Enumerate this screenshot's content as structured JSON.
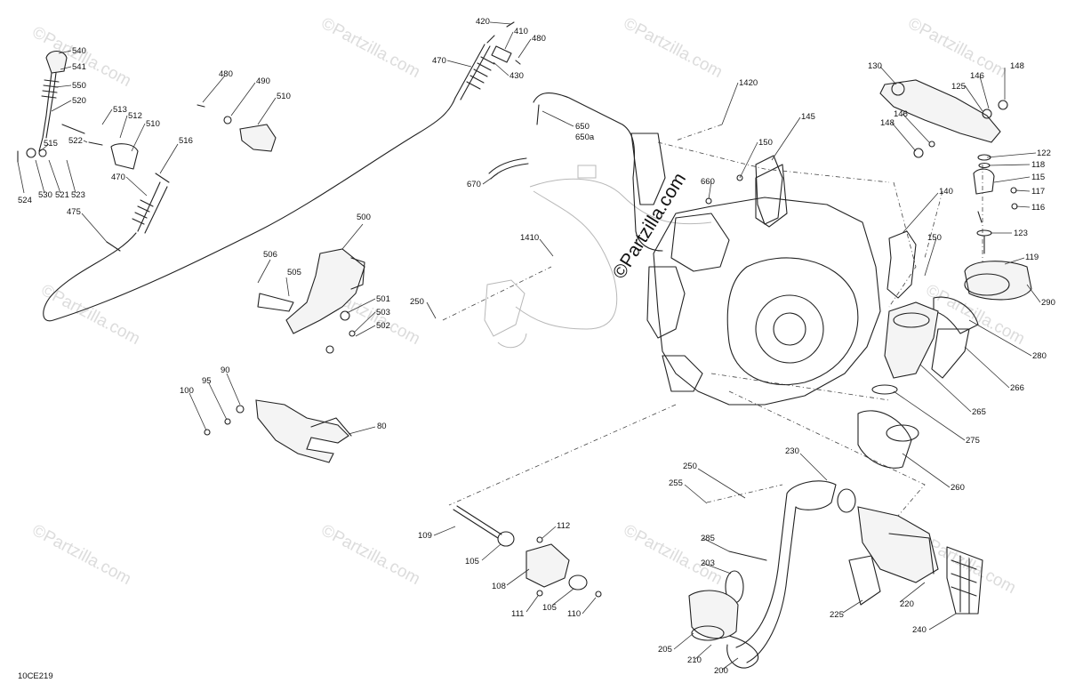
{
  "diagram": {
    "drawing_code": "10CE219",
    "watermark_text": "©Partzilla.com",
    "watermark_center_text": "©Partzilla.com"
  },
  "callouts": [
    {
      "id": "c540",
      "text": "540"
    },
    {
      "id": "c541",
      "text": "541"
    },
    {
      "id": "c550",
      "text": "550"
    },
    {
      "id": "c520",
      "text": "520"
    },
    {
      "id": "c513",
      "text": "513"
    },
    {
      "id": "c512",
      "text": "512"
    },
    {
      "id": "c510a",
      "text": "510"
    },
    {
      "id": "c522",
      "text": "522"
    },
    {
      "id": "c515",
      "text": "515"
    },
    {
      "id": "c516",
      "text": "516"
    },
    {
      "id": "c524",
      "text": "524"
    },
    {
      "id": "c530",
      "text": "530"
    },
    {
      "id": "c521",
      "text": "521"
    },
    {
      "id": "c523",
      "text": "523"
    },
    {
      "id": "c470a",
      "text": "470"
    },
    {
      "id": "c475",
      "text": "475"
    },
    {
      "id": "c480a",
      "text": "480"
    },
    {
      "id": "c490",
      "text": "490"
    },
    {
      "id": "c510b",
      "text": "510"
    },
    {
      "id": "c420",
      "text": "420"
    },
    {
      "id": "c410",
      "text": "410"
    },
    {
      "id": "c480b",
      "text": "480"
    },
    {
      "id": "c470b",
      "text": "470"
    },
    {
      "id": "c430",
      "text": "430"
    },
    {
      "id": "c1420",
      "text": "1420"
    },
    {
      "id": "c650",
      "text": "650"
    },
    {
      "id": "c650a",
      "text": "650a"
    },
    {
      "id": "c670",
      "text": "670"
    },
    {
      "id": "c145",
      "text": "145"
    },
    {
      "id": "c150a",
      "text": "150"
    },
    {
      "id": "c660",
      "text": "660"
    },
    {
      "id": "c130",
      "text": "130"
    },
    {
      "id": "c148a",
      "text": "148"
    },
    {
      "id": "c146a",
      "text": "146"
    },
    {
      "id": "c125",
      "text": "125"
    },
    {
      "id": "c146b",
      "text": "146"
    },
    {
      "id": "c148b",
      "text": "148"
    },
    {
      "id": "c122",
      "text": "122"
    },
    {
      "id": "c118",
      "text": "118"
    },
    {
      "id": "c115",
      "text": "115"
    },
    {
      "id": "c117",
      "text": "117"
    },
    {
      "id": "c116",
      "text": "116"
    },
    {
      "id": "c140",
      "text": "140"
    },
    {
      "id": "c123",
      "text": "123"
    },
    {
      "id": "c150b",
      "text": "150"
    },
    {
      "id": "c119",
      "text": "119"
    },
    {
      "id": "c290",
      "text": "290"
    },
    {
      "id": "c280",
      "text": "280"
    },
    {
      "id": "c266",
      "text": "266"
    },
    {
      "id": "c265",
      "text": "265"
    },
    {
      "id": "c275",
      "text": "275"
    },
    {
      "id": "c260",
      "text": "260"
    },
    {
      "id": "c500",
      "text": "500"
    },
    {
      "id": "c506",
      "text": "506"
    },
    {
      "id": "c505",
      "text": "505"
    },
    {
      "id": "c501",
      "text": "501"
    },
    {
      "id": "c503",
      "text": "503"
    },
    {
      "id": "c502",
      "text": "502"
    },
    {
      "id": "c1410",
      "text": "1410"
    },
    {
      "id": "c250a",
      "text": "250"
    },
    {
      "id": "c90",
      "text": "90"
    },
    {
      "id": "c95",
      "text": "95"
    },
    {
      "id": "c100",
      "text": "100"
    },
    {
      "id": "c80",
      "text": "80"
    },
    {
      "id": "c230",
      "text": "230"
    },
    {
      "id": "c250b",
      "text": "250"
    },
    {
      "id": "c255",
      "text": "255"
    },
    {
      "id": "c109",
      "text": "109"
    },
    {
      "id": "c112",
      "text": "112"
    },
    {
      "id": "c105a",
      "text": "105"
    },
    {
      "id": "c108",
      "text": "108"
    },
    {
      "id": "c111",
      "text": "111"
    },
    {
      "id": "c105b",
      "text": "105"
    },
    {
      "id": "c110",
      "text": "110"
    },
    {
      "id": "c285",
      "text": "285"
    },
    {
      "id": "c203",
      "text": "203"
    },
    {
      "id": "c225",
      "text": "225"
    },
    {
      "id": "c220",
      "text": "220"
    },
    {
      "id": "c240",
      "text": "240"
    },
    {
      "id": "c205",
      "text": "205"
    },
    {
      "id": "c210",
      "text": "210"
    },
    {
      "id": "c200",
      "text": "200"
    }
  ]
}
